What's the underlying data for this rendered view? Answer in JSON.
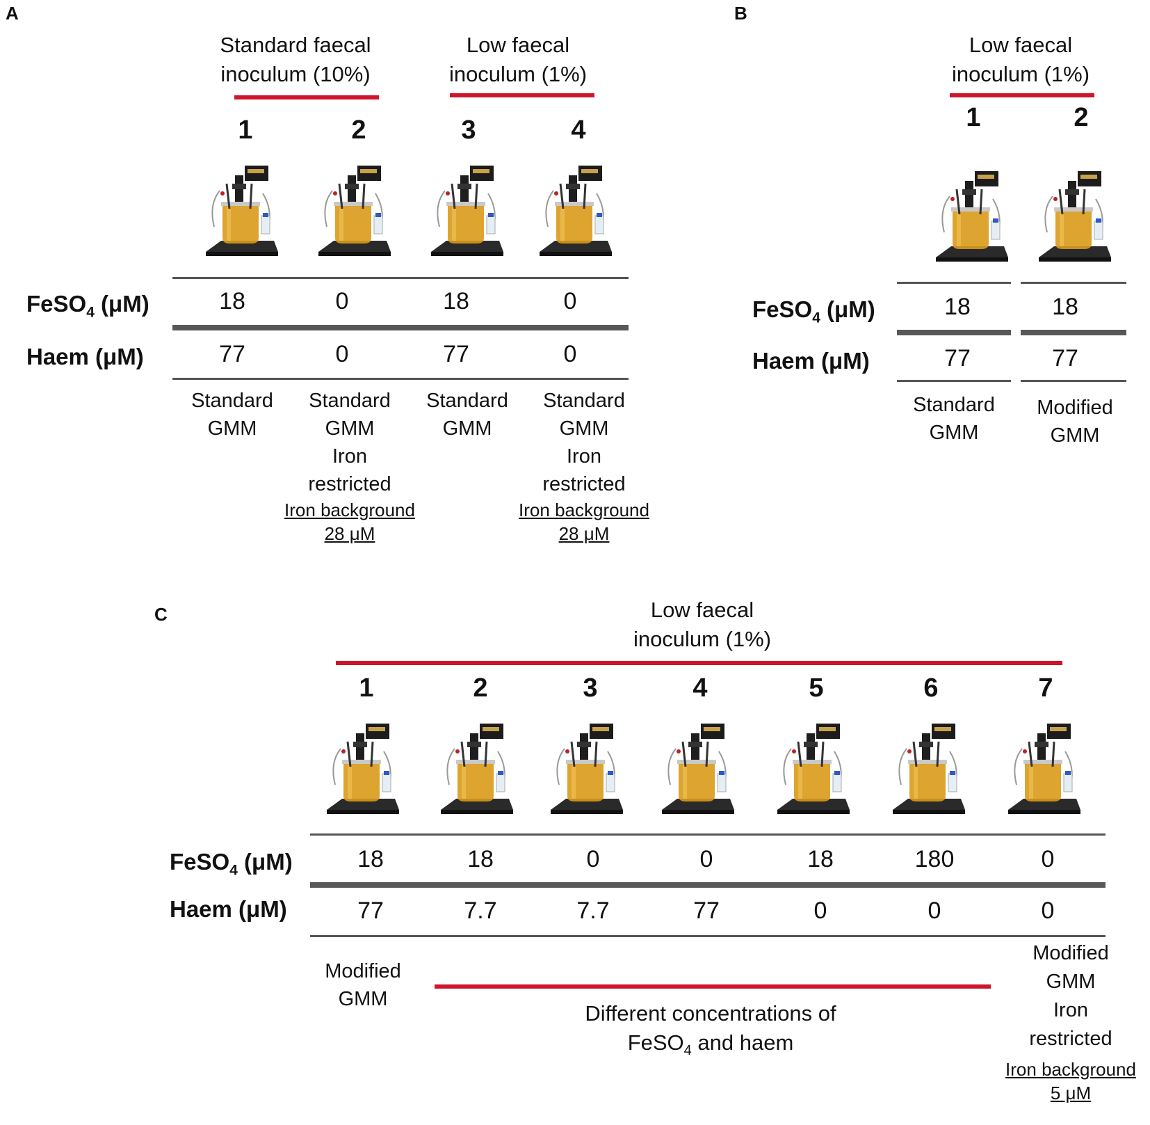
{
  "panels": {
    "A": {
      "label": "A",
      "groups": [
        {
          "line1": "Standard faecal",
          "line2": "inoculum (10%)"
        },
        {
          "line1": "Low faecal",
          "line2": "inoculum (1%)"
        }
      ],
      "row_labels": {
        "feso4": "FeSO",
        "feso4_sub": "4",
        "feso4_unit": " (μM)",
        "haem": "Haem (μM)"
      },
      "columns": [
        {
          "num": "1",
          "feso4": "18",
          "haem": "77",
          "media": [
            "Standard",
            "GMM"
          ],
          "bg": [
            "",
            ""
          ]
        },
        {
          "num": "2",
          "feso4": "0",
          "haem": "0",
          "media": [
            "Standard",
            "GMM",
            "Iron",
            "restricted"
          ],
          "bg": [
            "Iron background",
            "28 μM"
          ]
        },
        {
          "num": "3",
          "feso4": "18",
          "haem": "77",
          "media": [
            "Standard",
            "GMM"
          ],
          "bg": [
            "",
            ""
          ]
        },
        {
          "num": "4",
          "feso4": "0",
          "haem": "0",
          "media": [
            "Standard",
            "GMM",
            "Iron",
            "restricted"
          ],
          "bg": [
            "Iron background",
            "28 μM"
          ]
        }
      ]
    },
    "B": {
      "label": "B",
      "group": {
        "line1": "Low faecal",
        "line2": "inoculum (1%)"
      },
      "row_labels": {
        "feso4": "FeSO",
        "feso4_sub": "4",
        "feso4_unit": " (μM)",
        "haem": "Haem (μM)"
      },
      "columns": [
        {
          "num": "1",
          "feso4": "18",
          "haem": "77",
          "media": [
            "Standard",
            "GMM"
          ]
        },
        {
          "num": "2",
          "feso4": "18",
          "haem": "77",
          "media": [
            "Modified",
            "GMM"
          ]
        }
      ]
    },
    "C": {
      "label": "C",
      "group": {
        "line1": "Low faecal",
        "line2": "inoculum (1%)"
      },
      "row_labels": {
        "feso4": "FeSO",
        "feso4_sub": "4",
        "feso4_unit": " (μM)",
        "haem": "Haem (μM)"
      },
      "columns": [
        {
          "num": "1",
          "feso4": "18",
          "haem": "77"
        },
        {
          "num": "2",
          "feso4": "18",
          "haem": "7.7"
        },
        {
          "num": "3",
          "feso4": "0",
          "haem": "7.7"
        },
        {
          "num": "4",
          "feso4": "0",
          "haem": "77"
        },
        {
          "num": "5",
          "feso4": "18",
          "haem": "0"
        },
        {
          "num": "6",
          "feso4": "180",
          "haem": "0"
        },
        {
          "num": "7",
          "feso4": "0",
          "haem": "0"
        }
      ],
      "left_note": [
        "Modified",
        "GMM"
      ],
      "middle_note": {
        "line1": "Different concentrations of",
        "line2_a": "FeSO",
        "line2_sub": "4",
        "line2_b": " and haem"
      },
      "right_note": [
        "Modified",
        "GMM",
        "Iron",
        "restricted"
      ],
      "right_bg": [
        "Iron background",
        "5 μM"
      ]
    }
  },
  "colors": {
    "accent_red": "#d0142c",
    "rule_gray": "#555555",
    "liquid_amber": "#d99a1a",
    "device_black": "#222222",
    "display_green": "#3fd24a"
  }
}
